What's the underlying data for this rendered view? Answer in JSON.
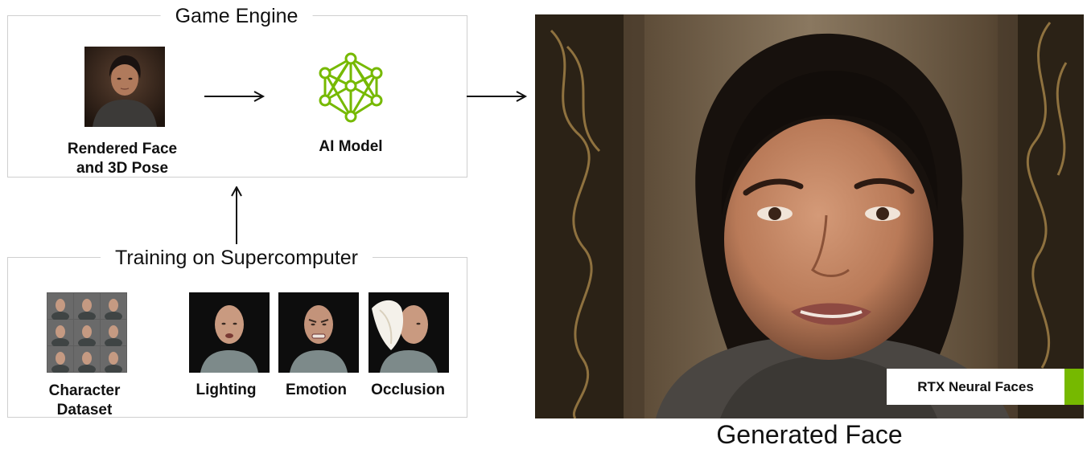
{
  "game_engine": {
    "title": "Game Engine",
    "rendered_face_label_line1": "Rendered Face",
    "rendered_face_label_line2": "and 3D Pose",
    "ai_model_label": "AI Model"
  },
  "training": {
    "title": "Training on Supercomputer",
    "dataset_label_line1": "Character",
    "dataset_label_line2": "Dataset",
    "variations": [
      {
        "label": "Lighting"
      },
      {
        "label": "Emotion"
      },
      {
        "label": "Occlusion"
      }
    ]
  },
  "output": {
    "badge": "RTX Neural Faces",
    "caption": "Generated Face"
  },
  "colors": {
    "accent_green": "#76b900",
    "box_border": "#cfcfcf"
  },
  "icons": {
    "ai_model": "neural-network-icon"
  }
}
